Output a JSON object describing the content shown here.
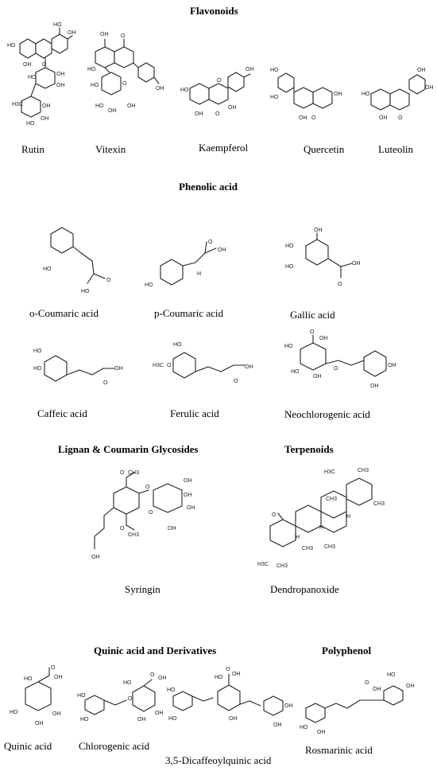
{
  "sections": {
    "flavonoids": "Flavonoids",
    "phenolic_acid": "Phenolic acid",
    "lignan": "Lignan & Coumarin Glycosides",
    "terpenoids": "Terpenoids",
    "quinic": "Quinic  acid and Derivatives",
    "polyphenol": "Polyphenol"
  },
  "compounds": {
    "rutin": "Rutin",
    "vitexin": "Vitexin",
    "kaempferol": "Kaempferol",
    "quercetin": "Quercetin",
    "luteolin": "Luteolin",
    "o_coumaric": "o-Coumaric acid",
    "p_coumaric": "p-Coumaric acid",
    "gallic": "Gallic acid",
    "caffeic": "Caffeic acid",
    "ferulic": "Ferulic acid",
    "neochlorogenic": "Neochlorogenic acid",
    "syringin": "Syringin",
    "dendropanoxide": "Dendropanoxide",
    "quinic": "Quinic acid",
    "chlorogenic": "Chlorogenic acid",
    "dicaffeoylquinic": "3,5-Dicaffeoylquinic  acid",
    "rosmarinic": "Rosmarinic acid"
  },
  "atoms": {
    "oh": "OH",
    "ho": "HO",
    "o": "O",
    "h": "H",
    "ch3": "CH3",
    "h3c": "H3C",
    "h3co": "H3CO",
    "och3": "OCH3"
  }
}
